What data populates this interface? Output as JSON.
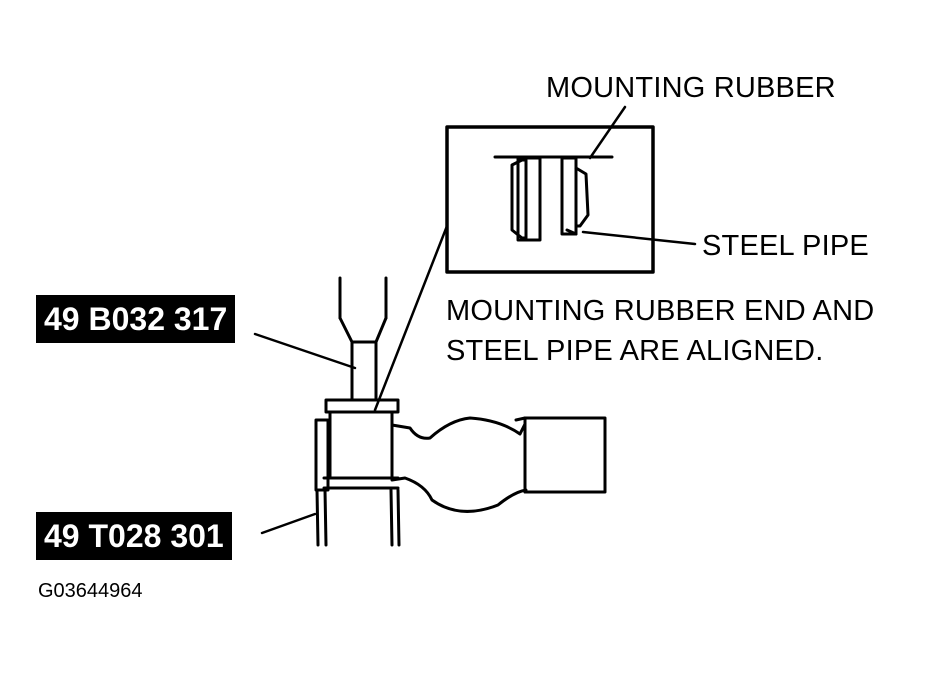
{
  "callouts": {
    "mounting_rubber": "MOUNTING RUBBER",
    "steel_pipe": "STEEL PIPE",
    "note_line1": "MOUNTING RUBBER END AND",
    "note_line2": "STEEL PIPE ARE ALIGNED."
  },
  "tools": {
    "upper": "49 B032 317",
    "lower": "49 T028 301"
  },
  "figure_id": "G03644964",
  "colors": {
    "ink": "#000000",
    "paper": "#ffffff"
  }
}
